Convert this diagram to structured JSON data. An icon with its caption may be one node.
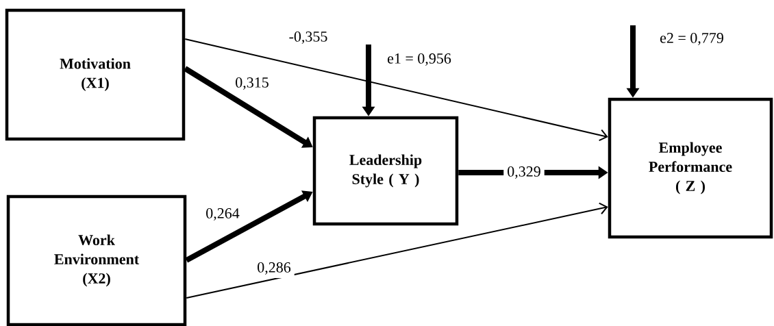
{
  "diagram": {
    "nodes": [
      {
        "text": [
          "Motivation (X1)"
        ]
      },
      {
        "text": [
          "Work Environment (X2)"
        ]
      },
      {
        "text": [
          "Leadership Style ( Y )"
        ]
      },
      {
        "text": [
          "Employee Performance ( Z )"
        ]
      }
    ],
    "edges": [
      {
        "from": 0,
        "to": 2,
        "arrow": "to",
        "label": "0,315"
      },
      {
        "from": 1,
        "to": 2,
        "arrow": "to",
        "label": "0,264"
      },
      {
        "from": 2,
        "to": 3,
        "arrow": "to",
        "label": "0,329"
      },
      {
        "from": 0,
        "to": 3,
        "arrow": "to",
        "label": "-0,355"
      },
      {
        "from": 1,
        "to": 3,
        "arrow": "to",
        "label": "0,286"
      },
      {
        "from": null,
        "to": 2,
        "arrow": "to",
        "label": "e1 = 0,956"
      },
      {
        "from": null,
        "to": 3,
        "arrow": "to",
        "label": "e2 = 0,779"
      }
    ]
  }
}
